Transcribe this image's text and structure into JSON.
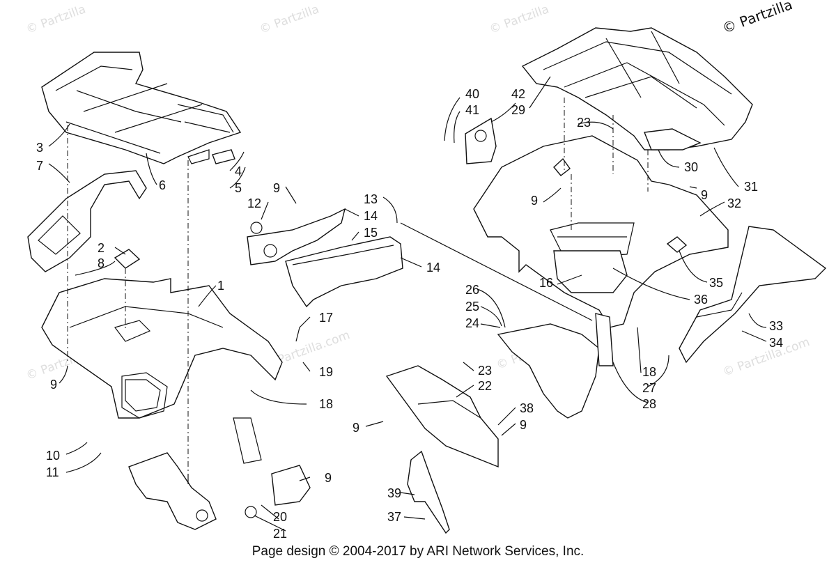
{
  "watermarks": {
    "brand": "© Partzilla",
    "brand_com": "© Partzilla.com",
    "corner": "© Partzilla"
  },
  "footer": {
    "text": "Page design © 2004-2017 by ARI Network Services, Inc."
  },
  "callouts": [
    "1",
    "2",
    "3",
    "4",
    "5",
    "6",
    "7",
    "8",
    "9",
    "10",
    "11",
    "12",
    "13",
    "14",
    "15",
    "16",
    "17",
    "18",
    "19",
    "20",
    "21",
    "22",
    "23",
    "24",
    "25",
    "26",
    "27",
    "28",
    "29",
    "30",
    "31",
    "32",
    "33",
    "34",
    "35",
    "36",
    "37",
    "38",
    "39",
    "40",
    "41",
    "42"
  ]
}
